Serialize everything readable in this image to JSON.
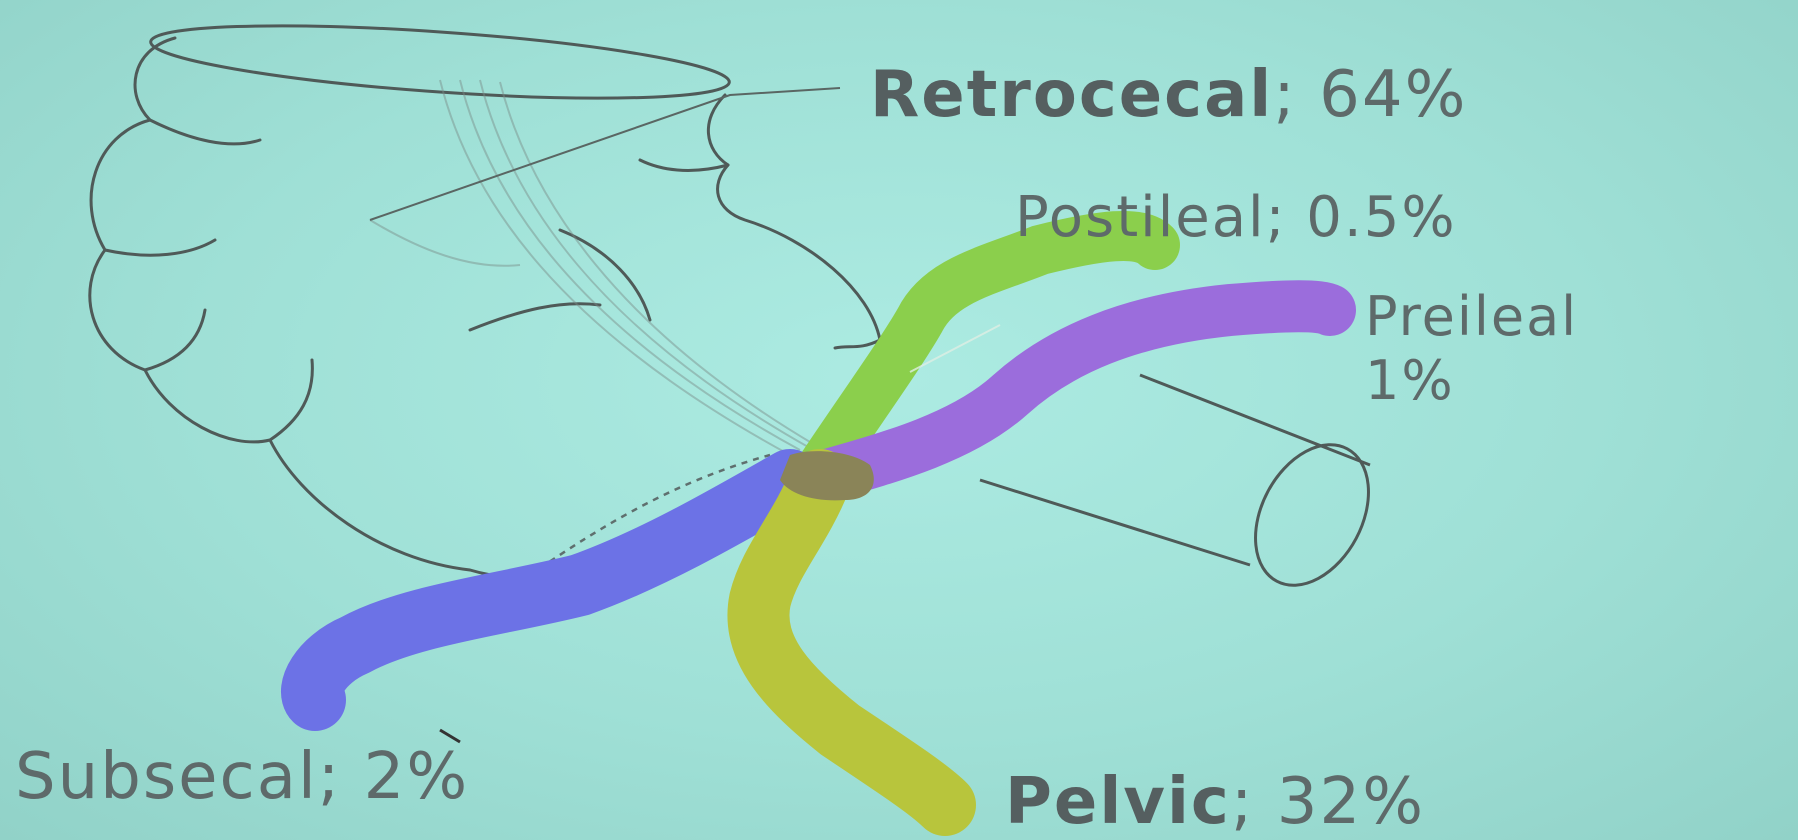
{
  "labels": {
    "retrocecal": {
      "name": "Retrocecal",
      "value": "; 64%"
    },
    "postileal": {
      "text": "Postileal; 0.5%"
    },
    "preileal": {
      "name": "Preileal",
      "value": "1%"
    },
    "subsecal": {
      "text": "Subsecal; 2%"
    },
    "pelvic": {
      "name": "Pelvic",
      "value": "; 32%"
    }
  },
  "colors": {
    "background": "#9fdcd2",
    "outline": "#4f5a58",
    "postileal": "#8bcf4c",
    "preileal": "#9b6ddc",
    "subsecal": "#6c72e6",
    "pelvic": "#b8c53c",
    "base": "#8a8458",
    "label_text": "#5e6a6a"
  }
}
